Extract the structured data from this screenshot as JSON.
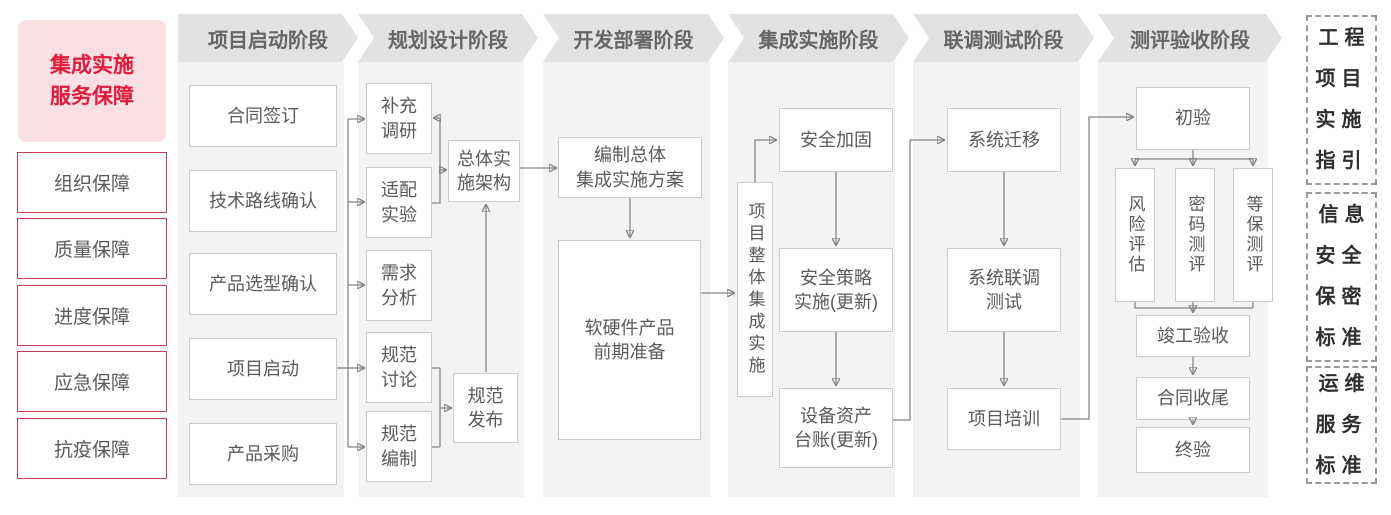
{
  "sidebar": {
    "title": "集成实施\n服务保障",
    "items": [
      {
        "label": "组织保障"
      },
      {
        "label": "质量保障"
      },
      {
        "label": "进度保障"
      },
      {
        "label": "应急保障"
      },
      {
        "label": "抗疫保障"
      }
    ]
  },
  "phases": [
    {
      "header": "项目启动阶段",
      "boxes": [
        {
          "label": "合同签订"
        },
        {
          "label": "技术路线确认"
        },
        {
          "label": "产品选型确认"
        },
        {
          "label": "项目启动"
        },
        {
          "label": "产品采购"
        }
      ]
    },
    {
      "header": "规划设计阶段",
      "boxes": [
        {
          "label": "补充\n调研"
        },
        {
          "label": "适配\n实验"
        },
        {
          "label": "需求\n分析"
        },
        {
          "label": "规范\n讨论"
        },
        {
          "label": "规范\n编制"
        },
        {
          "label": "总体实\n施架构"
        },
        {
          "label": "规范\n发布"
        }
      ]
    },
    {
      "header": "开发部署阶段",
      "boxes": [
        {
          "label": "编制总体\n集成实施方案"
        },
        {
          "label": "软硬件产品\n前期准备"
        }
      ]
    },
    {
      "header": "集成实施阶段",
      "boxes": [
        {
          "label": "项目整体集成实施"
        },
        {
          "label": "安全加固"
        },
        {
          "label": "安全策略\n实施(更新)"
        },
        {
          "label": "设备资产\n台账(更新)"
        }
      ]
    },
    {
      "header": "联调测试阶段",
      "boxes": [
        {
          "label": "系统迁移"
        },
        {
          "label": "系统联调\n测试"
        },
        {
          "label": "项目培训"
        }
      ]
    },
    {
      "header": "测评验收阶段",
      "boxes": [
        {
          "label": "初验"
        },
        {
          "label": "风险评估"
        },
        {
          "label": "密码测评"
        },
        {
          "label": "等保测评"
        },
        {
          "label": "竣工验收"
        },
        {
          "label": "合同收尾"
        },
        {
          "label": "终验"
        }
      ]
    }
  ],
  "standards": [
    {
      "label": "工程\n项目\n实施\n指引"
    },
    {
      "label": "信息\n安全\n保密\n标准"
    },
    {
      "label": "运维\n服务\n标准"
    }
  ],
  "colors": {
    "accent_red": "#e2193b",
    "red_border": "#c43c52",
    "pink_bg": "#fadfe3",
    "header_gray": "#e2e2e2",
    "panel_gray": "#f3f3f3",
    "box_border": "#cbcbcb",
    "text_gray": "#5a5a5a",
    "wire_gray": "#858585"
  }
}
